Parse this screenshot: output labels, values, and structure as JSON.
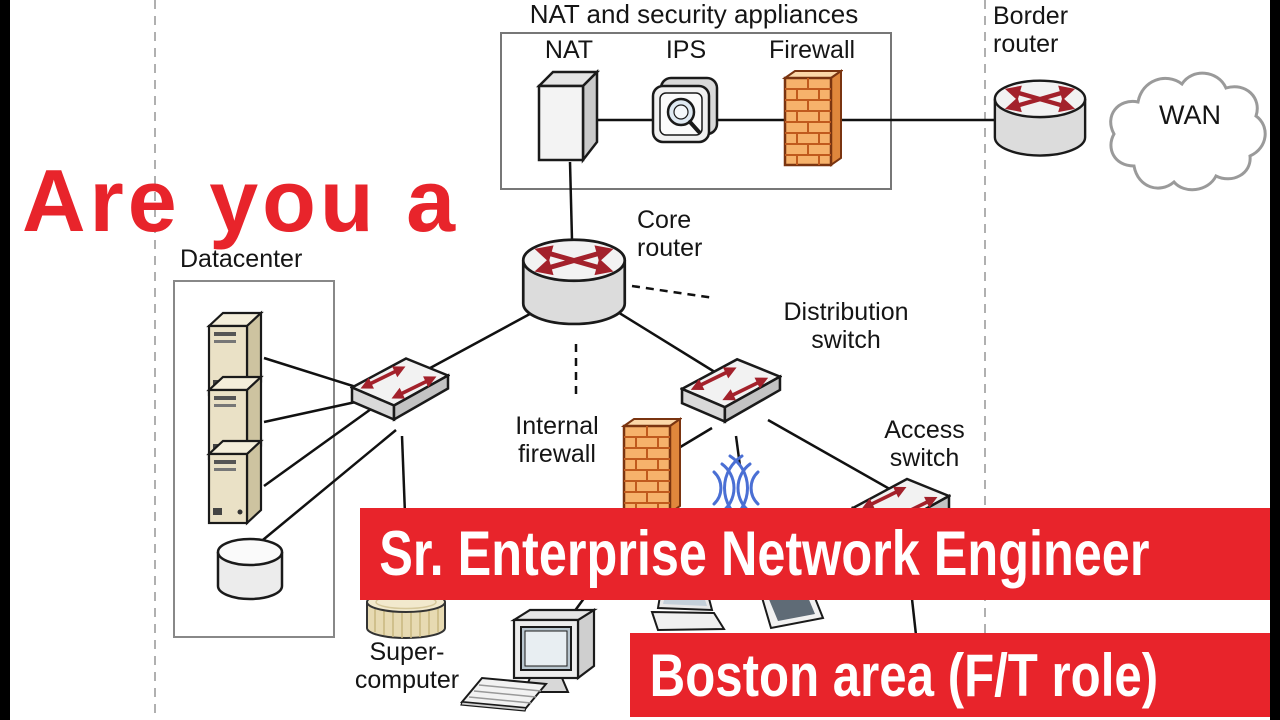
{
  "colors": {
    "accent_red": "#e8242b",
    "banner_text": "#ffffff",
    "diagram_ink": "#1a1a1a",
    "firewall_orange": "#f6b26b",
    "brick_line": "#c05a1d",
    "arrow_red": "#a3212b",
    "wireless_blue": "#4a6fd4",
    "letterbox_black": "#000000"
  },
  "overlay": {
    "hook_text": "Are you a",
    "banner_primary": "Sr. Enterprise Network Engineer",
    "banner_secondary": "Boston area (F/T role)"
  },
  "diagram": {
    "groups": {
      "nat_security": "NAT and security appliances",
      "datacenter": "Datacenter"
    },
    "nodes": {
      "nat": "NAT",
      "ips": "IPS",
      "firewall": "Firewall",
      "border_router": "Border router",
      "wan": "WAN",
      "core_router": "Core router",
      "distribution_switch": "Distribution switch",
      "internal_firewall": "Internal firewall",
      "access_switch": "Access switch",
      "supercomputer": "Super-computer"
    }
  },
  "icons": {
    "router": "cylinder-with-red-cross-arrows",
    "switch": "flat-3d-box-with-red-arrows",
    "firewall": "orange-brick-wall",
    "ips": "appliance-with-magnifier-lens",
    "nat": "3d-appliance-box",
    "server": "tower-server-3d",
    "storage": "disk-cylinder",
    "wan": "cloud-outline",
    "wireless": "blue-signal-arcs",
    "supercomputer": "ribbed-cylinder",
    "workstation": "crt-monitor-and-keyboard",
    "laptop": "laptop-3d",
    "tablet": "flat-screen-device"
  }
}
